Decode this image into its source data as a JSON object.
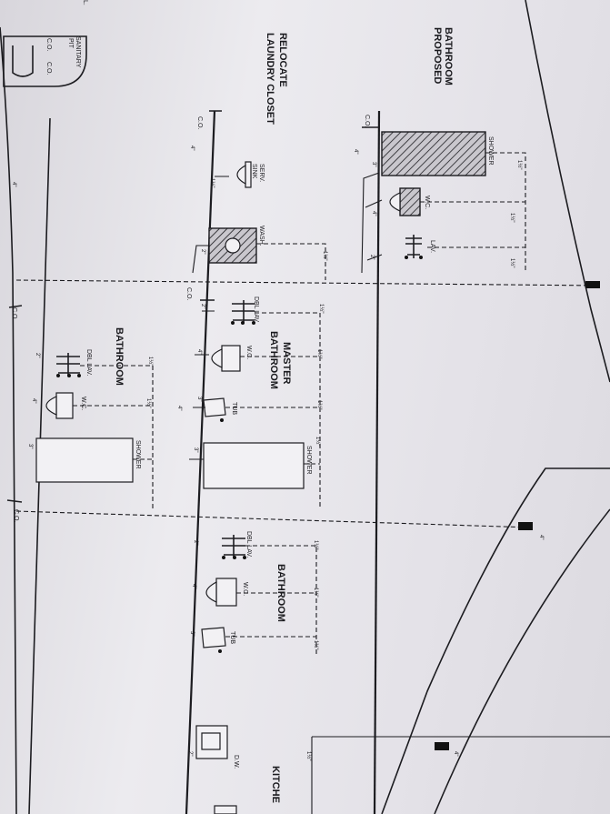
{
  "rooms": {
    "proposed_bathroom": [
      "PROPOSED",
      "BATHROOM"
    ],
    "relocate_laundry": [
      "RELOCATE",
      "LAUNDRY CLOSET"
    ],
    "master_bathroom": [
      "MASTER",
      "BATHROOM"
    ],
    "bathroom_left": "BATHROOM",
    "bathroom_right": "BATHROOM",
    "kitchen": "KITCHE"
  },
  "fixtures": {
    "shower": "SHOWER",
    "wc": "W.C.",
    "lav": "LAV.",
    "dbl_lav": "DBL LAV.",
    "serv_sink": [
      "SERV.",
      "SINK"
    ],
    "wash": "WASH.",
    "tub": "TUB",
    "dw": "D.W.",
    "sanitary_pit": [
      "SANITARY",
      "PIT"
    ],
    "co": "C.O.",
    "edge_mark": "L."
  },
  "pipe_sizes": {
    "s4": "4\"",
    "s3": "3\"",
    "s2": "2\"",
    "s1_5": "1½\""
  }
}
